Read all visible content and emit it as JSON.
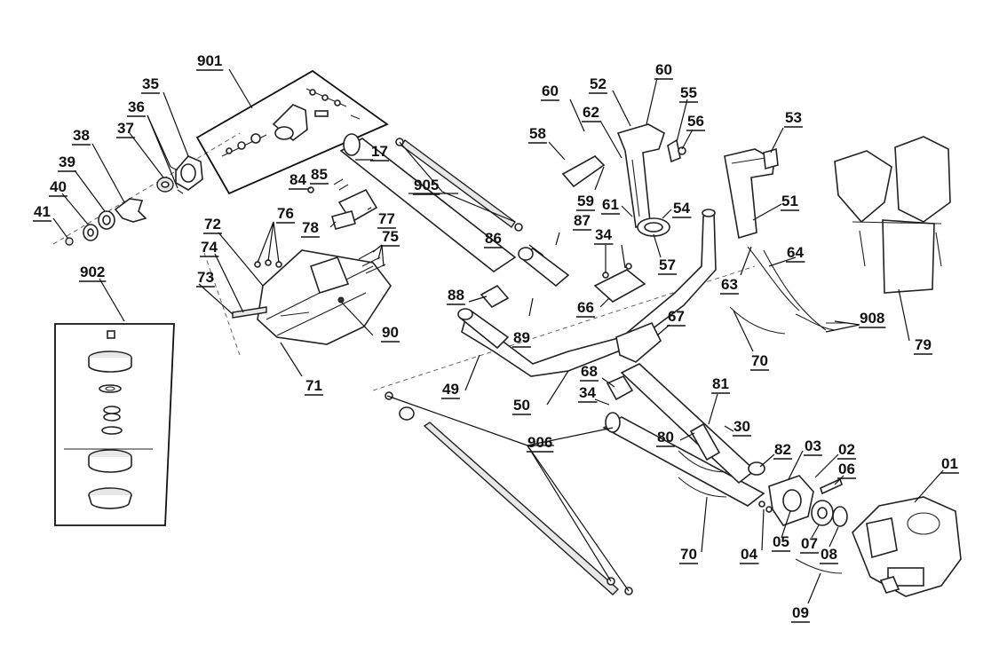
{
  "callouts": {
    "c901": "901",
    "c35": "35",
    "c36": "36",
    "c37": "37",
    "c38": "38",
    "c39": "39",
    "c40": "40",
    "c41": "41",
    "c902": "902",
    "c72": "72",
    "c74": "74",
    "c73": "73",
    "c71": "71",
    "c76": "76",
    "c78": "78",
    "c77": "77",
    "c75": "75",
    "c90": "90",
    "c84": "84",
    "c85": "85",
    "c17": "17",
    "c905": "905",
    "c86": "86",
    "c87": "87",
    "c34a": "34",
    "c88": "88",
    "c89": "89",
    "c66": "66",
    "c49": "49",
    "c50": "50",
    "c68": "68",
    "c34b": "34",
    "c906": "906",
    "c60a": "60",
    "c52": "52",
    "c60b": "60",
    "c55": "55",
    "c62": "62",
    "c56": "56",
    "c58": "58",
    "c59": "59",
    "c61": "61",
    "c54": "54",
    "c57": "57",
    "c53": "53",
    "c51": "51",
    "c64": "64",
    "c63": "63",
    "c908": "908",
    "c70a": "70",
    "c79": "79",
    "c67": "67",
    "c81": "81",
    "c80": "80",
    "c30": "30",
    "c82": "82",
    "c03": "03",
    "c02": "02",
    "c06": "06",
    "c01": "01",
    "c04": "04",
    "c05": "05",
    "c07": "07",
    "c08": "08",
    "c70b": "70",
    "c09": "09"
  }
}
